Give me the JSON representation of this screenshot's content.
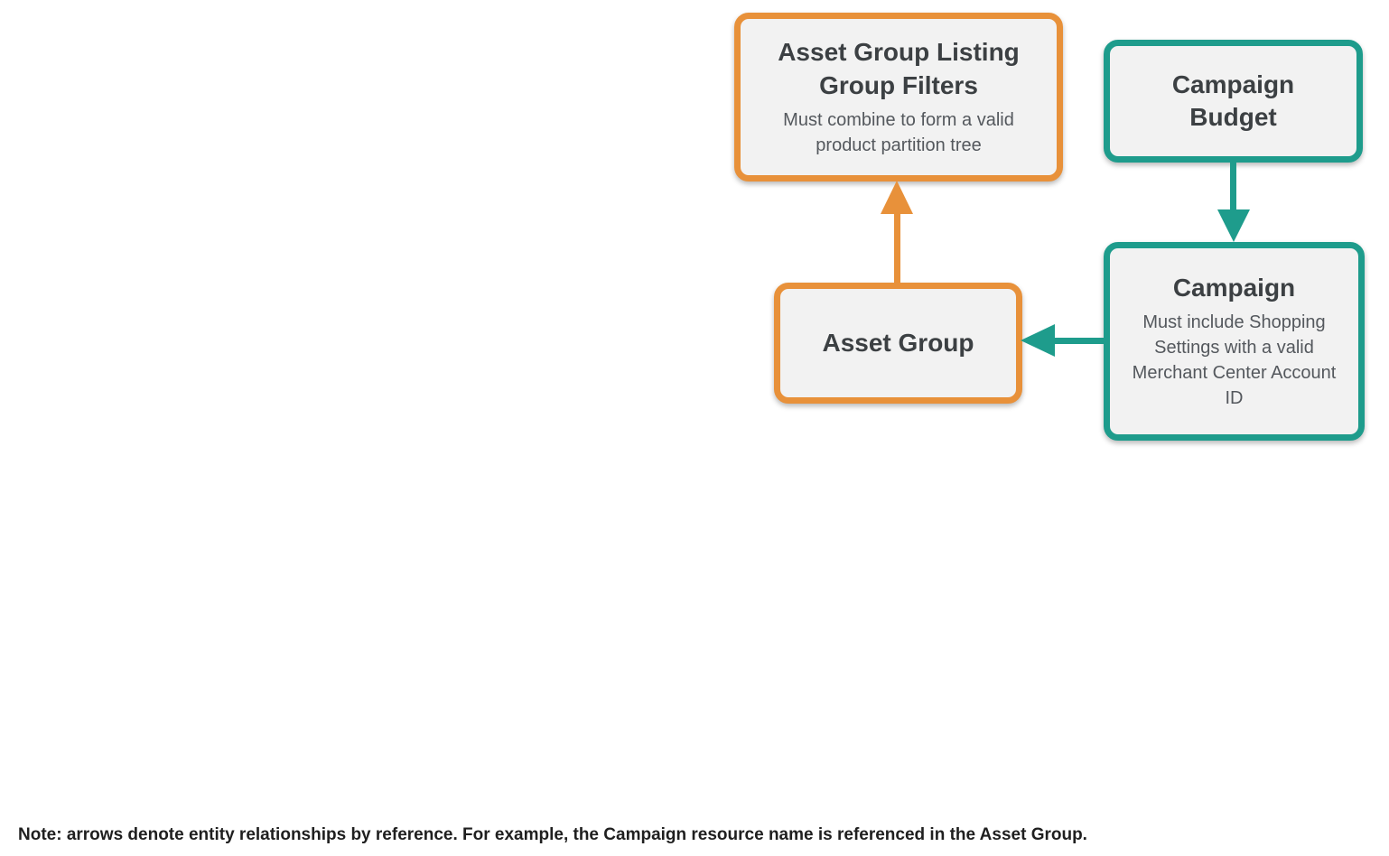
{
  "colors": {
    "orange": "#E8913A",
    "teal": "#1E9C8C",
    "box_fill": "#F2F2F2",
    "title_text": "#3C4043",
    "subtitle_text": "#54585D",
    "note_text": "#1F1F1F",
    "background": "#FFFFFF"
  },
  "diagram": {
    "nodes": {
      "filters": {
        "title": "Asset Group Listing Group Filters",
        "subtitle": "Must combine to form a valid product partition tree",
        "accent": "orange"
      },
      "budget": {
        "title": "Campaign Budget",
        "accent": "teal"
      },
      "asset_group": {
        "title": "Asset Group",
        "accent": "orange"
      },
      "campaign": {
        "title": "Campaign",
        "subtitle": "Must include Shopping Settings with a valid Merchant Center Account ID",
        "accent": "teal"
      }
    },
    "edges": [
      {
        "from": "Asset Group",
        "to": "Asset Group Listing Group Filters",
        "color": "orange",
        "direction": "up"
      },
      {
        "from": "Campaign Budget",
        "to": "Campaign",
        "color": "teal",
        "direction": "down"
      },
      {
        "from": "Campaign",
        "to": "Asset Group",
        "color": "teal",
        "direction": "left"
      }
    ]
  },
  "note": "Note: arrows denote entity relationships by reference. For example, the Campaign resource name is referenced in the Asset Group."
}
